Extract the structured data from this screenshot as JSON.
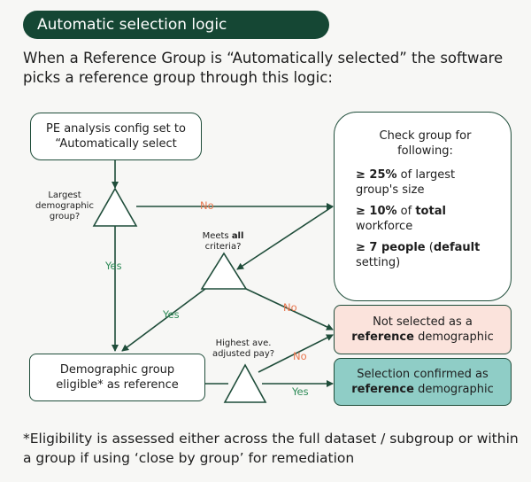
{
  "title": "Automatic selection logic",
  "intro": "When a Reference Group is “Automatically selected” the software picks a reference group through this logic:",
  "nodes": {
    "config": "PE analysis config set to “Automatically select",
    "largest_q": "Largest demographic group?",
    "meets_q_pre": "Meets ",
    "meets_q_bold": "all",
    "meets_q_post": " criteria?",
    "highest_q": "Highest ave. adjusted pay?",
    "eligible": "Demographic group eligible* as reference",
    "check_title": "Check group for following:",
    "criteria": [
      {
        "bold": "≥ 25%",
        "text": " of largest group's size"
      },
      {
        "bold": "≥ 10%",
        "text": " of ",
        "bold2": "total",
        "text2": " workforce"
      },
      {
        "bold": "≥ 7 people",
        "text": " (",
        "bold2": "default",
        "text2": " setting)"
      }
    ],
    "not_selected_pre": "Not selected as a",
    "not_selected_bold": "reference",
    "not_selected_post": " demographic",
    "confirmed_pre": "Selection confirmed  as",
    "confirmed_bold": "reference",
    "confirmed_post": " demographic"
  },
  "edges": {
    "largest_no": "No",
    "largest_yes": "Yes",
    "meets_yes": "Yes",
    "meets_no": "No",
    "highest_no": "No",
    "highest_yes": "Yes"
  },
  "footnote": "*Eligibility is assessed either across the full dataset / subgroup or within a group if using ‘close by group’ for remediation",
  "colors": {
    "title_bg": "#154734",
    "border": "#1f4d3a",
    "not_selected_fill": "#fbe3dc",
    "confirmed_fill": "#8fcdc6",
    "yes": "#2e8b57",
    "no": "#e8774f"
  }
}
